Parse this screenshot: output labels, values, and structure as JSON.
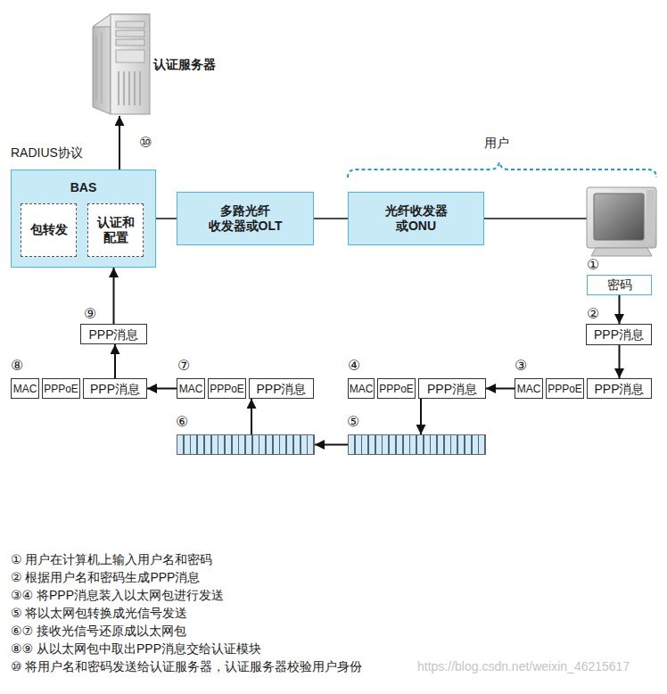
{
  "diagram": {
    "nodes": [
      {
        "text": [
          "认证服务器"
        ]
      },
      {
        "text": [
          "BAS"
        ]
      },
      {
        "text": [
          "包转发"
        ],
        "in": 1
      },
      {
        "text": [
          "认证和 配置"
        ],
        "in": 1
      },
      {
        "text": [
          "多路光纤 收发器或OLT"
        ]
      },
      {
        "text": [
          "光纤收发器 或ONU"
        ]
      },
      {
        "text": [
          "密码"
        ]
      },
      {
        "text": [
          "PPP消息"
        ]
      },
      {
        "text": [
          "MAC"
        ]
      },
      {
        "text": [
          "PPPoE"
        ]
      },
      {
        "text": [
          "PPP消息"
        ]
      },
      {
        "text": [
          "MAC"
        ]
      },
      {
        "text": [
          "PPPoE"
        ]
      },
      {
        "text": [
          "PPP消息"
        ]
      },
      {
        "text": [
          "⑤"
        ]
      },
      {
        "text": [
          "⑥"
        ]
      },
      {
        "text": [
          "MAC"
        ]
      },
      {
        "text": [
          "PPPoE"
        ]
      },
      {
        "text": [
          "PPP消息"
        ]
      },
      {
        "text": [
          "MAC"
        ]
      },
      {
        "text": [
          "PPPoE"
        ]
      },
      {
        "text": [
          "PPP消息"
        ]
      },
      {
        "text": [
          "PPP消息"
        ]
      }
    ],
    "edges": [
      {
        "from": 1,
        "to": 0,
        "arrow": "to",
        "label": "⑩"
      },
      {
        "from": 1,
        "to": 4,
        "arrow": "none"
      },
      {
        "from": 4,
        "to": 5,
        "arrow": "none"
      },
      {
        "from": 6,
        "to": 7,
        "arrow": "to"
      },
      {
        "from": 7,
        "to": 10,
        "arrow": "to"
      },
      {
        "from": 8,
        "to": 13,
        "arrow": "to"
      },
      {
        "from": 13,
        "to": 14,
        "arrow": "to"
      },
      {
        "from": 14,
        "to": 15,
        "arrow": "to"
      },
      {
        "from": 15,
        "to": 18,
        "arrow": "to"
      },
      {
        "from": 16,
        "to": 21,
        "arrow": "to"
      },
      {
        "from": 21,
        "to": 22,
        "arrow": "to"
      },
      {
        "from": 22,
        "to": 1,
        "arrow": "to"
      }
    ],
    "labels": [
      "RADIUS协议",
      "用户",
      "①",
      "②",
      "③",
      "④",
      "⑦",
      "⑧",
      "⑨",
      "① 用户在计算机上输入用户名和密码",
      "② 根据用户名和密码生成PPP消息",
      "③④ 将PPP消息装入以太网包进行发送",
      "⑤ 将以太网包转换成光信号发送",
      "⑥⑦ 接收光信号还原成以太网包",
      "⑧⑨ 从以太网包中取出PPP消息交给认证模块",
      "⑩ 将用户名和密码发送给认证服务器，认证服务器校验用户身份",
      "https://blog.csdn.net/weixin_46215617"
    ]
  }
}
